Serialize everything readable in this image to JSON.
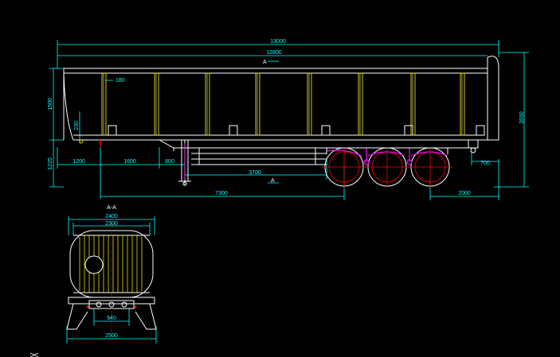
{
  "drawing": {
    "colors": {
      "background": "#000000",
      "outline": "#ffffff",
      "dimension": "#00ffff",
      "hatch": "#ffff00",
      "center": "#ff0000",
      "hub": "#ff00ff",
      "frame": "#00ff00"
    },
    "side_view": {
      "overall_length": "13000",
      "body_length": "12800",
      "section_marker_top": "A",
      "section_marker_bottom": "A",
      "body_height": "1500",
      "overall_height": "3550",
      "floor_height": "1225",
      "rail_spacing": "230",
      "stake_pocket_spacing": "180",
      "kingpin_offset": "1200",
      "kingpin_to_leg": "1600",
      "leg_width": "800",
      "leg_to_axle": "3700",
      "kingpin_to_axle": "7300",
      "axle_spacing": "2000",
      "rear_overhang": "700"
    },
    "section_view": {
      "title": "A-A",
      "outer_width": "2400",
      "inner_width": "2300",
      "frame_spacing": "940",
      "track_width": "2500"
    }
  }
}
